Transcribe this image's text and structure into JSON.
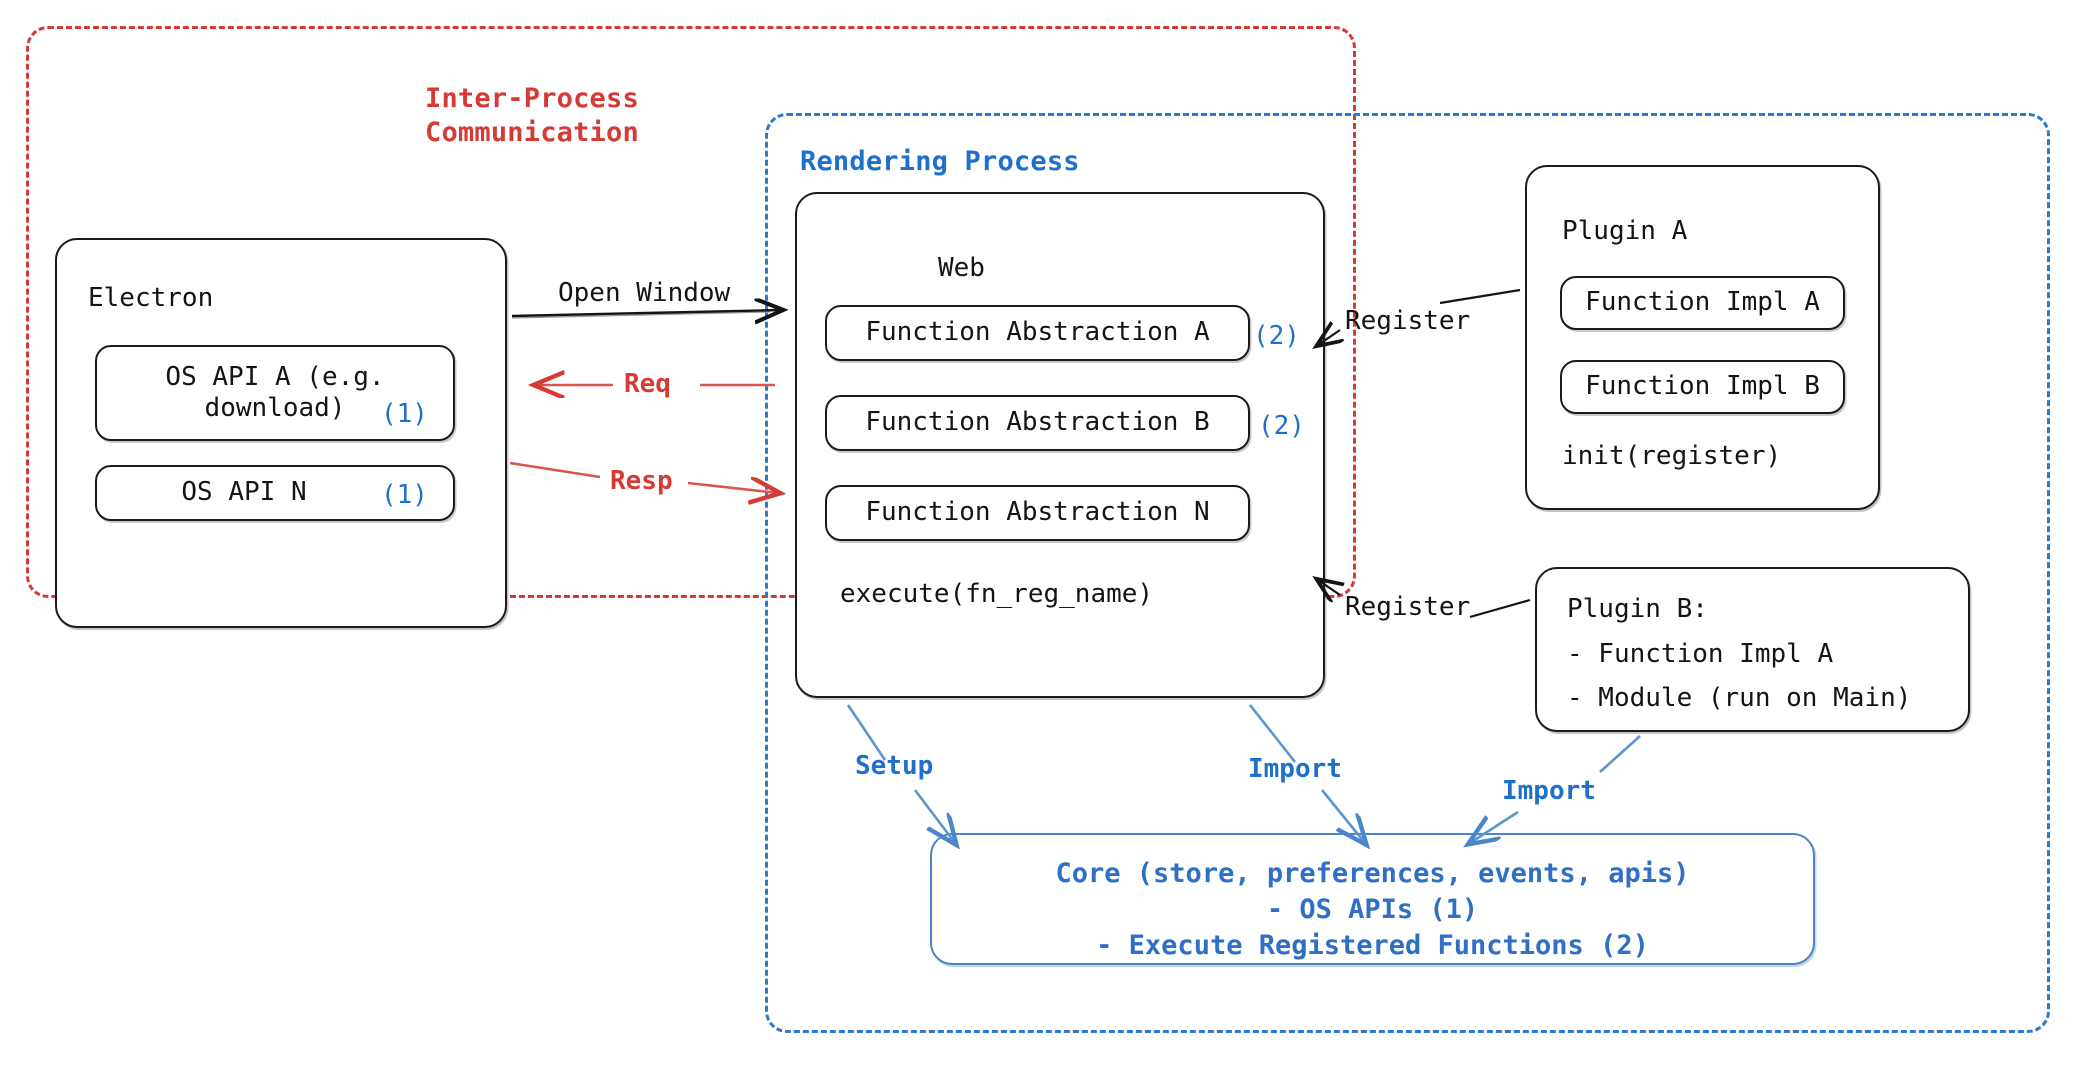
{
  "diagram": {
    "title": "Electron plugin architecture",
    "colors": {
      "ipc_red": "#d43b36",
      "process_blue": "#2f79cc",
      "core_blue": "#2f6fc4",
      "ink": "#141414"
    }
  },
  "groups": {
    "ipc": {
      "label": "Inter-Process\nCommunication",
      "color": "#d43b36",
      "style": "dashed"
    },
    "rendering": {
      "label": "Rendering Process",
      "color": "#2f79cc",
      "style": "dashed"
    }
  },
  "electron": {
    "title": "Electron",
    "apis": [
      {
        "label": "OS API A (e.g.\ndownload)",
        "marker": "(1)"
      },
      {
        "label": "OS API N",
        "marker": "(1)"
      }
    ]
  },
  "web": {
    "title": "Web",
    "functions": [
      {
        "label": "Function Abstraction A",
        "marker": "(2)"
      },
      {
        "label": "Function Abstraction B",
        "marker": "(2)"
      },
      {
        "label": "Function Abstraction N",
        "marker": ""
      }
    ],
    "footer": "execute(fn_reg_name)"
  },
  "plugin_a": {
    "title": "Plugin A",
    "items": [
      "Function Impl A",
      "Function Impl B"
    ],
    "footer": "init(register)"
  },
  "plugin_b": {
    "lines": [
      "Plugin B:",
      "- Function Impl A",
      "- Module (run on Main)"
    ]
  },
  "core": {
    "lines": [
      "Core (store, preferences, events, apis)",
      "- OS APIs (1)",
      "- Execute Registered Functions (2)"
    ]
  },
  "edges": {
    "open_window": "Open Window",
    "req": "Req",
    "resp": "Resp",
    "register_a": "Register",
    "register_b": "Register",
    "setup": "Setup",
    "import_web": "Import",
    "import_plugin": "Import"
  }
}
